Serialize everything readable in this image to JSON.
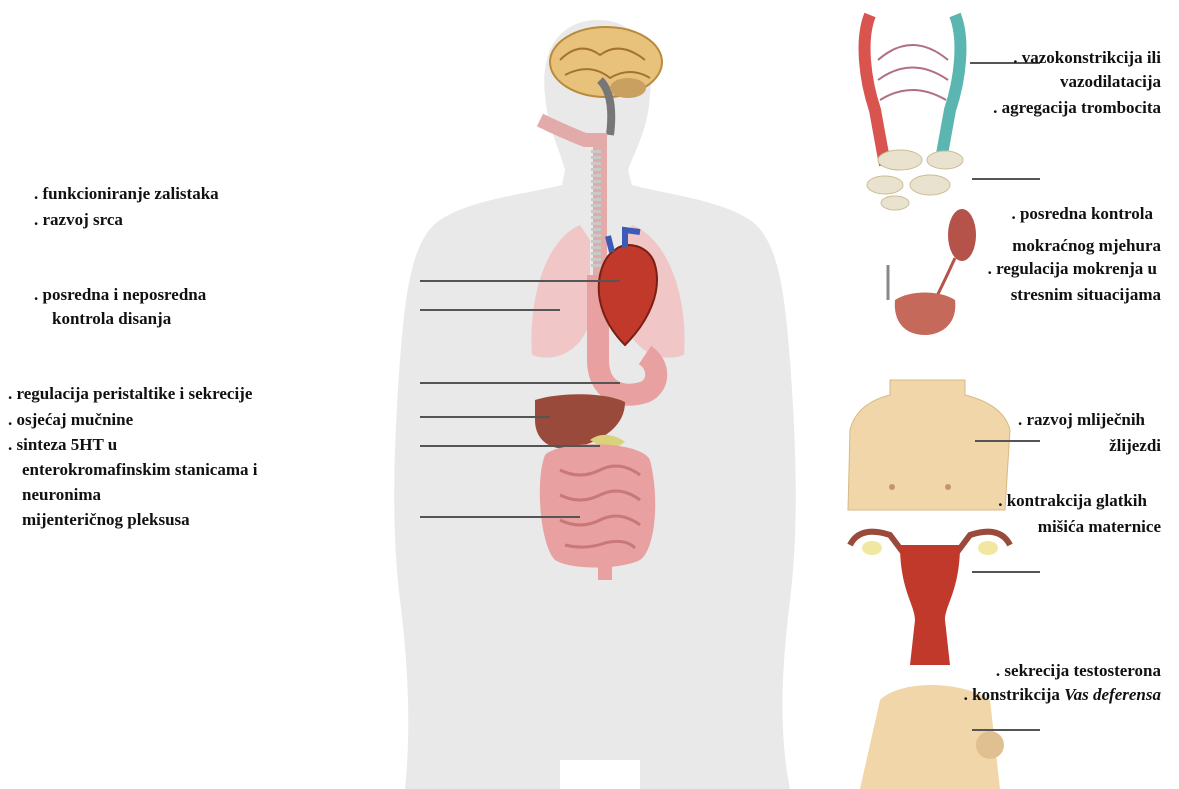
{
  "labels": {
    "valves": ". funkcioniranje zalistaka",
    "heart_dev": ". razvoj srca",
    "breath_1": ". posredna i neposredna",
    "breath_2": "kontrola disanja",
    "peristalsis": ". regulacija peristaltike i sekrecije",
    "nausea": ". osjećaj mučnine",
    "synth_1": ". sinteza 5HT u",
    "synth_2": "enterokromafinskim stanicama i",
    "synth_3": "neuronima",
    "synth_4": "mijenteričnog pleksusa",
    "vaso_1": ". vazokonstrikcija ili",
    "vaso_2": "vazodilatacija",
    "platelet": ". agregacija trombocita",
    "bladder_1": ". posredna kontrola",
    "bladder_2": "mokraćnog mjehura",
    "urination_1": ". regulacija mokrenja u",
    "urination_2": "stresnim situacijama",
    "mammary_1": ". razvoj mliječnih",
    "mammary_2": "žlijezdi",
    "uterus_1": ". kontrakcija glatkih",
    "uterus_2": "mišića maternice",
    "testo": ". sekrecija testosterona",
    "vas_prefix": ". konstrikcija ",
    "vas_italic": "Vas deferensa"
  },
  "colors": {
    "silhouette": "#e9e9e9",
    "lung": "#f0c6c6",
    "gut": "#e8a0a0",
    "liver": "#9a4a3a",
    "heart": "#c0392b",
    "skin": "#f0d6a8",
    "kidney": "#b5534a",
    "artery": "#d9534f",
    "vein": "#5bb5b0",
    "line": "#555555"
  }
}
